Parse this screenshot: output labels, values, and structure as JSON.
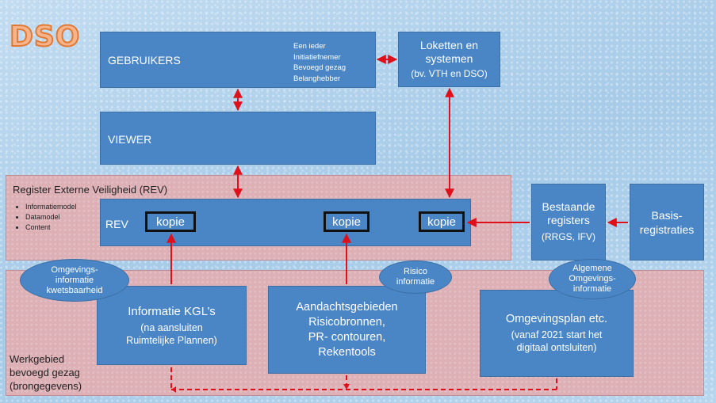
{
  "logo": "DSO",
  "gebruikers": {
    "title": "GEBRUIKERS",
    "roles": [
      "Een ieder",
      "Initiatiefnemer",
      "Bevoegd gezag",
      "Belanghebber"
    ]
  },
  "loketten": {
    "lines": [
      "Loketten en",
      "systemen"
    ],
    "sub": "(bv. VTH en DSO)"
  },
  "viewer": {
    "title": "VIEWER"
  },
  "rev_zone": {
    "title": "Register Externe Veiligheid (REV)",
    "bullets": [
      "Informatiemodel",
      "Datamodel",
      "Content"
    ]
  },
  "rev": {
    "title": "REV",
    "kopie_labels": [
      "kopie",
      "kopie",
      "kopie"
    ]
  },
  "bestaande": {
    "lines": [
      "Bestaande",
      "registers"
    ],
    "sub": "(RRGS, IFV)"
  },
  "basis": {
    "lines": [
      "Basis-",
      "registraties"
    ]
  },
  "werkgebied": {
    "lines": [
      "Werkgebied",
      "bevoegd gezag",
      "(brongegevens)"
    ]
  },
  "informatie_kgl": {
    "lines": [
      "Informatie KGL’s"
    ],
    "sub_lines": [
      "(na aansluiten",
      "Ruimtelijke Plannen)"
    ]
  },
  "aandachtsgebieden": {
    "lines": [
      "Aandachtsgebieden",
      "Risicobronnen,",
      "PR- contouren,",
      "Rekentools"
    ]
  },
  "omgevingsplan": {
    "lines": [
      "Omgevingsplan etc."
    ],
    "sub_lines": [
      "(vanaf 2021 start het",
      "digitaal ontsluiten)"
    ]
  },
  "ellipses": {
    "omgevings": [
      "Omgevings-",
      "informatie",
      "kwetsbaarheid"
    ],
    "risico": [
      "Risico",
      "informatie"
    ],
    "algemene": [
      "Algemene",
      "Omgevings-",
      "informatie"
    ]
  },
  "colors": {
    "box": "#4a86c5",
    "zone": "#ddb0b6",
    "arrow": "#e0101a",
    "logo": "#f7b48a"
  }
}
